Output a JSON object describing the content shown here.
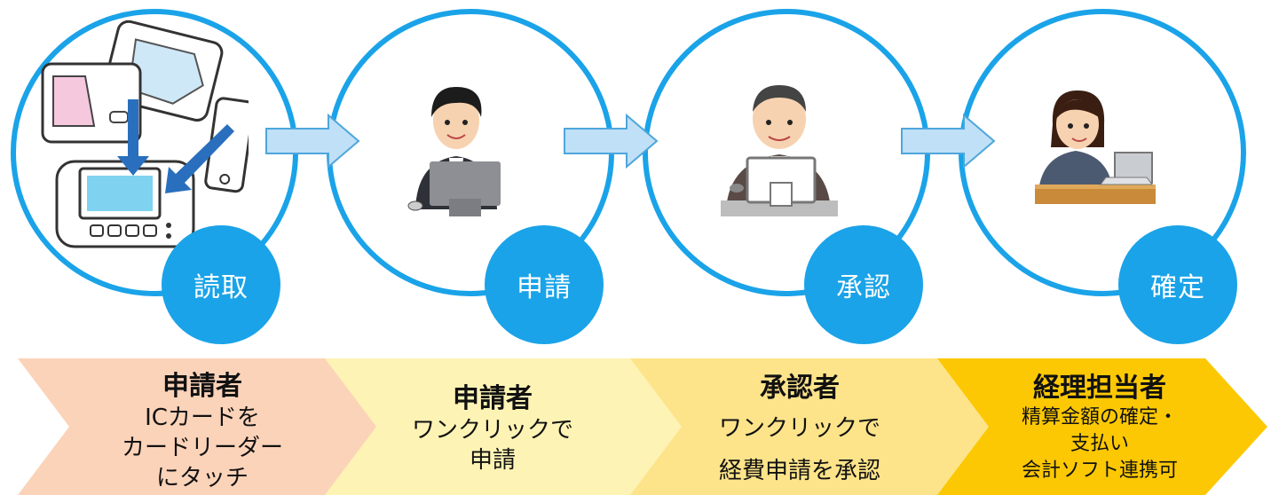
{
  "steps": [
    {
      "badge": "読取",
      "illustration": "ic-card-reader-icon"
    },
    {
      "badge": "申請",
      "illustration": "applicant-at-computer-icon"
    },
    {
      "badge": "承認",
      "illustration": "approver-at-computer-icon"
    },
    {
      "badge": "確定",
      "illustration": "accountant-at-laptop-icon"
    }
  ],
  "roles": [
    {
      "title": "申請者",
      "lines": [
        "ICカードを",
        "カードリーダー",
        "にタッチ"
      ],
      "color": "#fbd3b9"
    },
    {
      "title": "申請者",
      "lines": [
        "ワンクリックで",
        "申請"
      ],
      "color": "#fdf3b5"
    },
    {
      "title": "承認者",
      "lines": [
        "ワンクリックで",
        "経費申請を承認"
      ],
      "color": "#fde48a"
    },
    {
      "title": "経理担当者",
      "lines": [
        "精算金額の確定・",
        "支払い",
        "会計ソフト連携可"
      ],
      "color": "#fcc804"
    }
  ],
  "colors": {
    "accent": "#1aa3e8",
    "arrow_fill": "#bfe0f6",
    "arrow_stroke": "#4ea6dc"
  }
}
